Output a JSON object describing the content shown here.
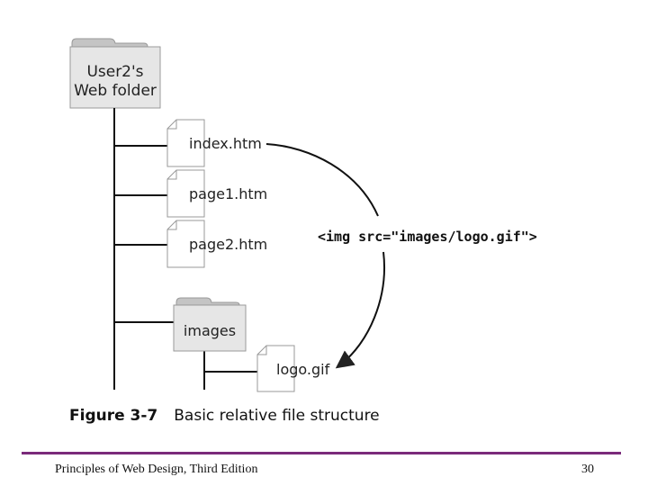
{
  "diagram": {
    "root_folder_line1": "User2's",
    "root_folder_line2": "Web folder",
    "file_index": "index.htm",
    "file_page1": "page1.htm",
    "file_page2": "page2.htm",
    "subfolder": "images",
    "file_logo": "logo.gif",
    "code_label": "<img src=\"images/logo.gif\">"
  },
  "caption": {
    "figure_number": "Figure 3-7",
    "figure_title": "Basic relative file structure"
  },
  "footer": {
    "book_title": "Principles of Web Design, Third Edition",
    "page_number": "30"
  },
  "colors": {
    "folder_fill": "#e6e6e6",
    "folder_tab": "#c4c4c4",
    "footer_rule": "#7a2a7a"
  }
}
